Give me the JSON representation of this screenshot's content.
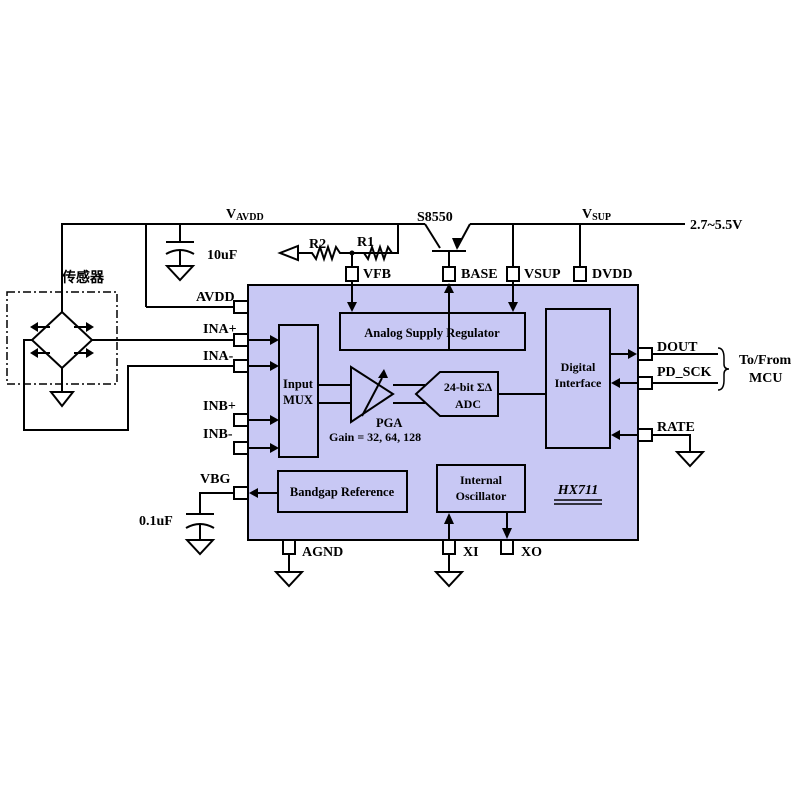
{
  "chip": {
    "name": "HX711",
    "fill_color": "#c8c8f4",
    "blocks": {
      "regulator": "Analog Supply Regulator",
      "mux_line1": "Input",
      "mux_line2": "MUX",
      "pga": "PGA",
      "gain": "Gain = 32, 64, 128",
      "adc_line1": "24-bit ΣΔ",
      "adc_line2": "ADC",
      "digital_line1": "Digital",
      "digital_line2": "Interface",
      "bandgap": "Bandgap Reference",
      "osc_line1": "Internal",
      "osc_line2": "Oscillator"
    },
    "pins": {
      "avdd": "AVDD",
      "ina_plus": "INA+",
      "ina_minus": "INA-",
      "inb_plus": "INB+",
      "inb_minus": "INB-",
      "vbg": "VBG",
      "vfb": "VFB",
      "base": "BASE",
      "vsup": "VSUP",
      "dvdd": "DVDD",
      "dout": "DOUT",
      "pd_sck": "PD_SCK",
      "rate": "RATE",
      "agnd": "AGND",
      "xi": "XI",
      "xo": "XO"
    }
  },
  "external": {
    "vavdd_main": "V",
    "vavdd_sub": "AVDD",
    "vsup_main": "V",
    "vsup_sub": "SUP",
    "transistor": "S8550",
    "supply_range": "2.7~5.5V",
    "cap_avdd": "10uF",
    "cap_vbg": "0.1uF",
    "r1": "R1",
    "r2": "R2",
    "sensor": "传感器",
    "mcu_line1": "To/From",
    "mcu_line2": "MCU"
  }
}
